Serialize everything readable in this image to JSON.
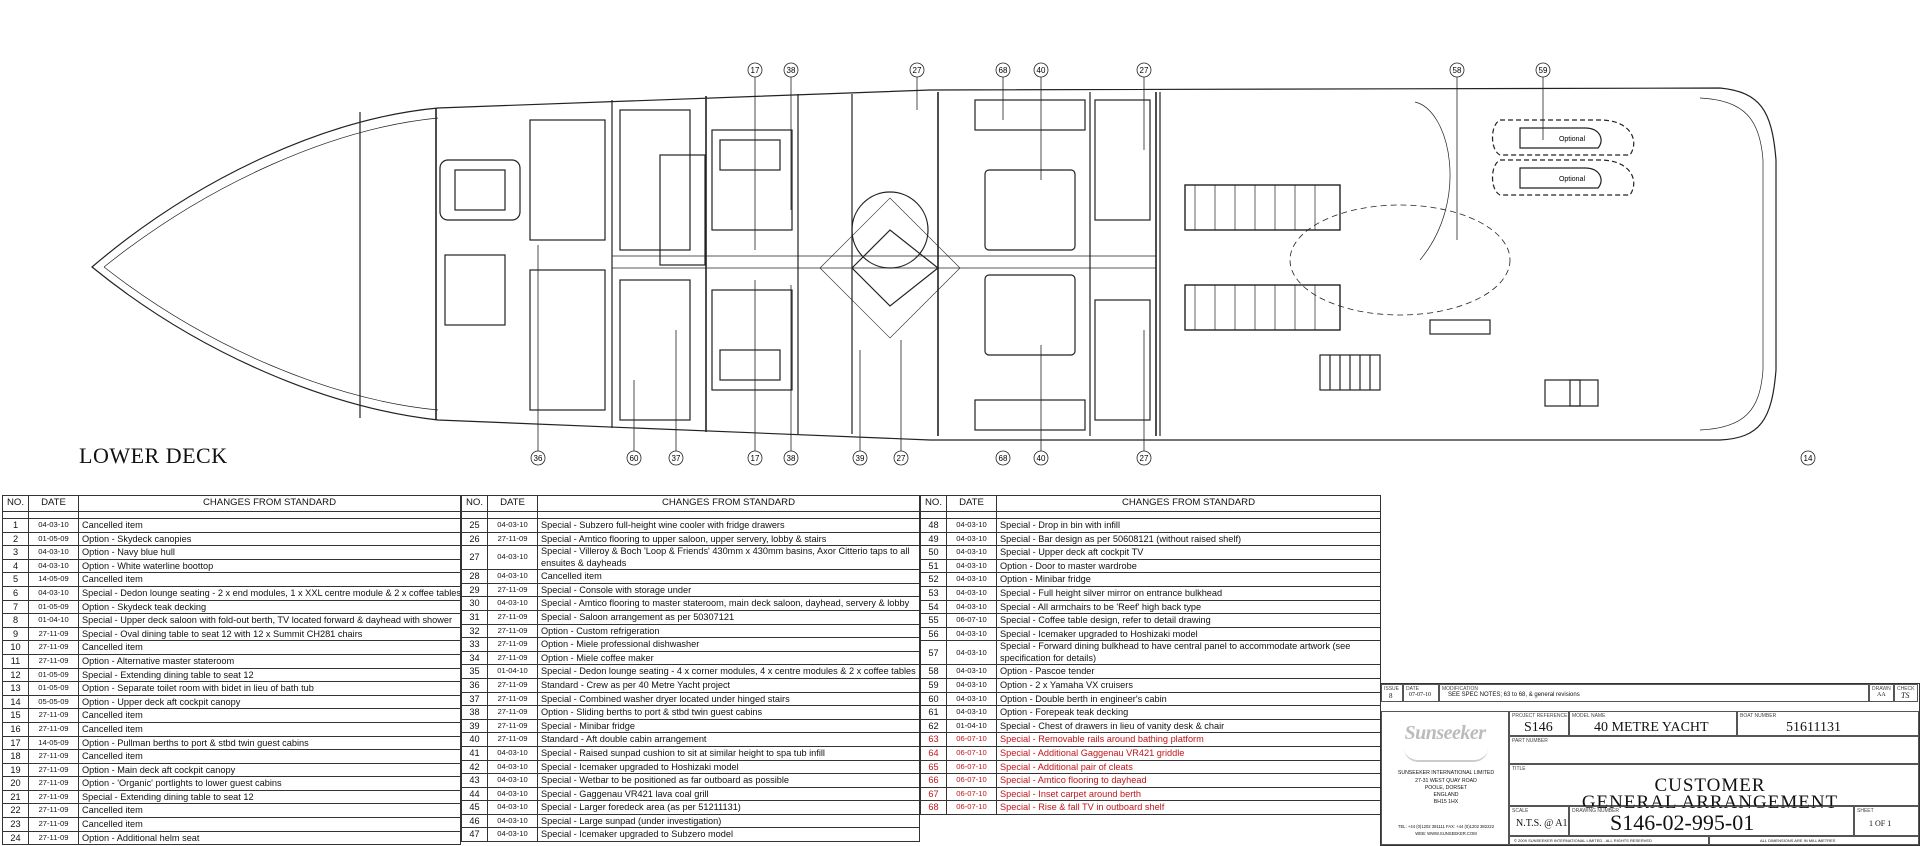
{
  "drawing": {
    "deck_label": "LOWER DECK",
    "callouts": [
      "17",
      "38",
      "27",
      "68",
      "40",
      "27",
      "58",
      "59",
      "36",
      "60",
      "37",
      "17",
      "38",
      "39",
      "27",
      "68",
      "40",
      "27",
      "14"
    ],
    "labels": {
      "optional_1": "Optional",
      "optional_2": "Optional"
    }
  },
  "changes_table": {
    "headers": {
      "no": "NO.",
      "date": "DATE",
      "changes": "CHANGES FROM STANDARD"
    },
    "col1": [
      {
        "no": "1",
        "date": "04-03-10",
        "text": "Cancelled item"
      },
      {
        "no": "2",
        "date": "01-05-09",
        "text": "Option - Skydeck canopies"
      },
      {
        "no": "3",
        "date": "04-03-10",
        "text": "Option - Navy blue hull"
      },
      {
        "no": "4",
        "date": "04-03-10",
        "text": "Option - White waterline boottop"
      },
      {
        "no": "5",
        "date": "14-05-09",
        "text": "Cancelled item"
      },
      {
        "no": "6",
        "date": "04-03-10",
        "text": "Special - Dedon lounge seating - 2 x end modules, 1 x XXL centre module & 2 x coffee tables"
      },
      {
        "no": "7",
        "date": "01-05-09",
        "text": "Option - Skydeck teak decking"
      },
      {
        "no": "8",
        "date": "01-04-10",
        "text": "Special - Upper deck saloon with fold-out berth, TV located forward & dayhead with shower"
      },
      {
        "no": "9",
        "date": "27-11-09",
        "text": "Special - Oval dining table to seat 12 with 12 x Summit CH281 chairs"
      },
      {
        "no": "10",
        "date": "27-11-09",
        "text": "Cancelled item"
      },
      {
        "no": "11",
        "date": "27-11-09",
        "text": "Option - Alternative master stateroom"
      },
      {
        "no": "12",
        "date": "01-05-09",
        "text": "Special - Extending dining table to seat 12"
      },
      {
        "no": "13",
        "date": "01-05-09",
        "text": "Option - Separate toilet room with bidet in lieu of bath tub"
      },
      {
        "no": "14",
        "date": "05-05-09",
        "text": "Option - Upper deck aft cockpit canopy"
      },
      {
        "no": "15",
        "date": "27-11-09",
        "text": "Cancelled item"
      },
      {
        "no": "16",
        "date": "27-11-09",
        "text": "Cancelled item"
      },
      {
        "no": "17",
        "date": "14-05-09",
        "text": "Option - Pullman berths to port & stbd twin guest cabins"
      },
      {
        "no": "18",
        "date": "27-11-09",
        "text": "Cancelled item"
      },
      {
        "no": "19",
        "date": "27-11-09",
        "text": "Option - Main deck aft cockpit canopy"
      },
      {
        "no": "20",
        "date": "27-11-09",
        "text": "Option - 'Organic' portlights to lower guest cabins"
      },
      {
        "no": "21",
        "date": "27-11-09",
        "text": "Special - Extending dining table to seat 12"
      },
      {
        "no": "22",
        "date": "27-11-09",
        "text": "Cancelled item"
      },
      {
        "no": "23",
        "date": "27-11-09",
        "text": "Cancelled item"
      },
      {
        "no": "24",
        "date": "27-11-09",
        "text": "Option - Additional helm seat"
      }
    ],
    "col2": [
      {
        "no": "25",
        "date": "04-03-10",
        "text": "Special - Subzero full-height wine cooler with fridge drawers"
      },
      {
        "no": "26",
        "date": "27-11-09",
        "text": "Special - Amtico flooring to upper saloon, upper servery, lobby & stairs"
      },
      {
        "no": "27",
        "date": "04-03-10",
        "text": "Special - Villeroy & Boch 'Loop & Friends' 430mm x 430mm basins, Axor Citterio taps to all ensuites & dayheads",
        "tall": true
      },
      {
        "no": "28",
        "date": "04-03-10",
        "text": "Cancelled item"
      },
      {
        "no": "29",
        "date": "27-11-09",
        "text": "Special - Console with storage under"
      },
      {
        "no": "30",
        "date": "04-03-10",
        "text": "Special - Amtico flooring to master stateroom, main deck saloon, dayhead, servery & lobby"
      },
      {
        "no": "31",
        "date": "27-11-09",
        "text": "Special - Saloon arrangement as per 50307121"
      },
      {
        "no": "32",
        "date": "27-11-09",
        "text": "Option - Custom refrigeration"
      },
      {
        "no": "33",
        "date": "27-11-09",
        "text": "Option - Miele professional dishwasher"
      },
      {
        "no": "34",
        "date": "27-11-09",
        "text": "Option - Miele coffee maker"
      },
      {
        "no": "35",
        "date": "01-04-10",
        "text": "Special - Dedon lounge seating - 4 x corner modules, 4 x centre modules & 2 x coffee tables"
      },
      {
        "no": "36",
        "date": "27-11-09",
        "text": "Standard - Crew as per 40 Metre Yacht project"
      },
      {
        "no": "37",
        "date": "27-11-09",
        "text": "Special - Combined washer dryer located under hinged stairs"
      },
      {
        "no": "38",
        "date": "27-11-09",
        "text": "Option - Sliding berths to port & stbd twin guest cabins"
      },
      {
        "no": "39",
        "date": "27-11-09",
        "text": "Special - Minibar fridge"
      },
      {
        "no": "40",
        "date": "27-11-09",
        "text": "Standard - Aft double cabin arrangement"
      },
      {
        "no": "41",
        "date": "04-03-10",
        "text": "Special - Raised sunpad cushion to sit at similar height to spa tub infill"
      },
      {
        "no": "42",
        "date": "04-03-10",
        "text": "Special - Icemaker upgraded to Hoshizaki model"
      },
      {
        "no": "43",
        "date": "04-03-10",
        "text": "Special - Wetbar to be positioned as far outboard as possible"
      },
      {
        "no": "44",
        "date": "04-03-10",
        "text": "Special - Gaggenau VR421 lava coal grill"
      },
      {
        "no": "45",
        "date": "04-03-10",
        "text": "Special - Larger foredeck area (as per 51211131)"
      },
      {
        "no": "46",
        "date": "04-03-10",
        "text": "Special - Large sunpad (under investigation)"
      },
      {
        "no": "47",
        "date": "04-03-10",
        "text": "Special - Icemaker upgraded to Subzero model"
      }
    ],
    "col3": [
      {
        "no": "48",
        "date": "04-03-10",
        "text": "Special - Drop in bin with infill"
      },
      {
        "no": "49",
        "date": "04-03-10",
        "text": "Special - Bar design as per 50608121 (without raised shelf)"
      },
      {
        "no": "50",
        "date": "04-03-10",
        "text": "Special - Upper deck aft cockpit TV"
      },
      {
        "no": "51",
        "date": "04-03-10",
        "text": "Option - Door to master wardrobe"
      },
      {
        "no": "52",
        "date": "04-03-10",
        "text": "Option - Minibar fridge"
      },
      {
        "no": "53",
        "date": "04-03-10",
        "text": "Special - Full height silver mirror on entrance bulkhead"
      },
      {
        "no": "54",
        "date": "04-03-10",
        "text": "Special - All armchairs to be 'Reef' high back type"
      },
      {
        "no": "55",
        "date": "06-07-10",
        "text": "Special - Coffee table design, refer to detail drawing"
      },
      {
        "no": "56",
        "date": "04-03-10",
        "text": "Special - Icemaker upgraded to Hoshizaki model"
      },
      {
        "no": "57",
        "date": "04-03-10",
        "text": "Special - Forward dining bulkhead to have central panel to accommodate artwork (see specification for details)",
        "tall": true
      },
      {
        "no": "58",
        "date": "04-03-10",
        "text": "Option - Pascoe tender"
      },
      {
        "no": "59",
        "date": "04-03-10",
        "text": "Option - 2 x Yamaha VX cruisers"
      },
      {
        "no": "60",
        "date": "04-03-10",
        "text": "Option - Double berth in engineer's cabin"
      },
      {
        "no": "61",
        "date": "04-03-10",
        "text": "Option - Forepeak teak decking"
      },
      {
        "no": "62",
        "date": "01-04-10",
        "text": "Special - Chest of drawers in lieu of vanity desk & chair"
      },
      {
        "no": "63",
        "date": "06-07-10",
        "text": "Special - Removable rails around bathing platform",
        "red": true
      },
      {
        "no": "64",
        "date": "06-07-10",
        "text": "Special - Additional Gaggenau VR421 griddle",
        "red": true
      },
      {
        "no": "65",
        "date": "06-07-10",
        "text": "Special - Additional pair of cleats",
        "red": true
      },
      {
        "no": "66",
        "date": "06-07-10",
        "text": "Special - Amtico flooring to dayhead",
        "red": true
      },
      {
        "no": "67",
        "date": "06-07-10",
        "text": "Special - Inset carpet around berth",
        "red": true
      },
      {
        "no": "68",
        "date": "06-07-10",
        "text": "Special - Rise & fall TV in outboard shelf",
        "red": true
      }
    ]
  },
  "title_block": {
    "issue": "8",
    "issue_date": "07-07-10",
    "modification": "SEE SPEC NOTES; 63 to 68, & general revisions",
    "drawn": "AA",
    "check": "TS",
    "project_ref": "S146",
    "model_name": "40 METRE YACHT",
    "boat_number": "51611131",
    "brand": "Sunseeker",
    "company": "SUNSEEKER INTERNATIONAL LIMITED",
    "address": [
      "27-31 WEST QUAY ROAD",
      "POOLE, DORSET",
      "ENGLAND",
      "BH15 1HX"
    ],
    "contact": "TEL: +44 (0)1202 381111   FAX: +44 (0)1202 382222",
    "web": "WEB: WWW.SUNSEEKER.COM",
    "title_line1": "CUSTOMER",
    "title_line2": "GENERAL ARRANGEMENT",
    "scale": "N.T.S. @ A1",
    "drawing_number": "S146-02-995-01",
    "sheet": "1  OF  1",
    "copyright": "© 2009 SUNSEEKER INTERNATIONAL LIMITED - ALL RIGHTS RESERVED",
    "dims_note": "ALL DIMENSIONS ARE IN MILLIMETRES",
    "captions": {
      "issue": "ISSUE",
      "date": "DATE",
      "modification": "MODIFICATION",
      "drawn": "DRAWN",
      "check": "CHECK",
      "project_ref": "PROJECT REFERENCE",
      "model_name": "MODEL NAME",
      "boat_number": "BOAT NUMBER",
      "part_number": "PART NUMBER",
      "title": "TITLE",
      "scale": "SCALE",
      "drawing_number": "DRAWING NUMBER",
      "sheet": "SHEET"
    }
  }
}
